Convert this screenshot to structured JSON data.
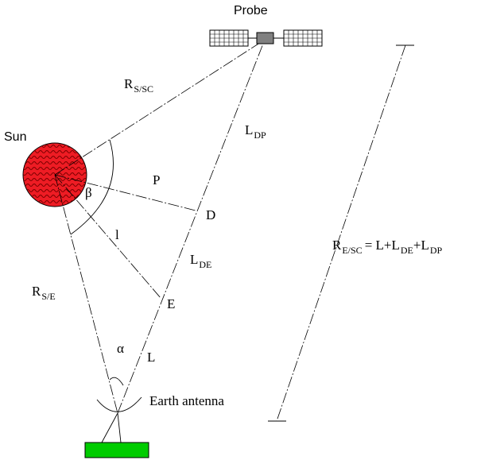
{
  "labels": {
    "probe": "Probe",
    "sun": "Sun",
    "r_s_sc_main": "R",
    "r_s_sc_sub": "S/SC",
    "l_dp_main": "L",
    "l_dp_sub": "DP",
    "p": "P",
    "beta": "β",
    "d": "D",
    "l_small": "l",
    "l_de_main": "L",
    "l_de_sub": "DE",
    "r_s_e_main": "R",
    "r_s_e_sub": "S/E",
    "e": "E",
    "alpha": "α",
    "l_big": "L",
    "earth_antenna": "Earth antenna",
    "r_e_sc_main": "R",
    "r_e_sc_sub": "E/SC",
    "r_e_sc_eq1": "= L+L",
    "r_e_sc_sub2": "DE",
    "r_e_sc_eq2": "+L",
    "r_e_sc_sub3": "DP"
  },
  "colors": {
    "sun_fill": "#ee1c24",
    "sun_wave": "#7a0000",
    "ground_fill": "#00cc00",
    "panel_fill": "#ffffff",
    "probe_body": "#808080",
    "line": "#000000"
  }
}
